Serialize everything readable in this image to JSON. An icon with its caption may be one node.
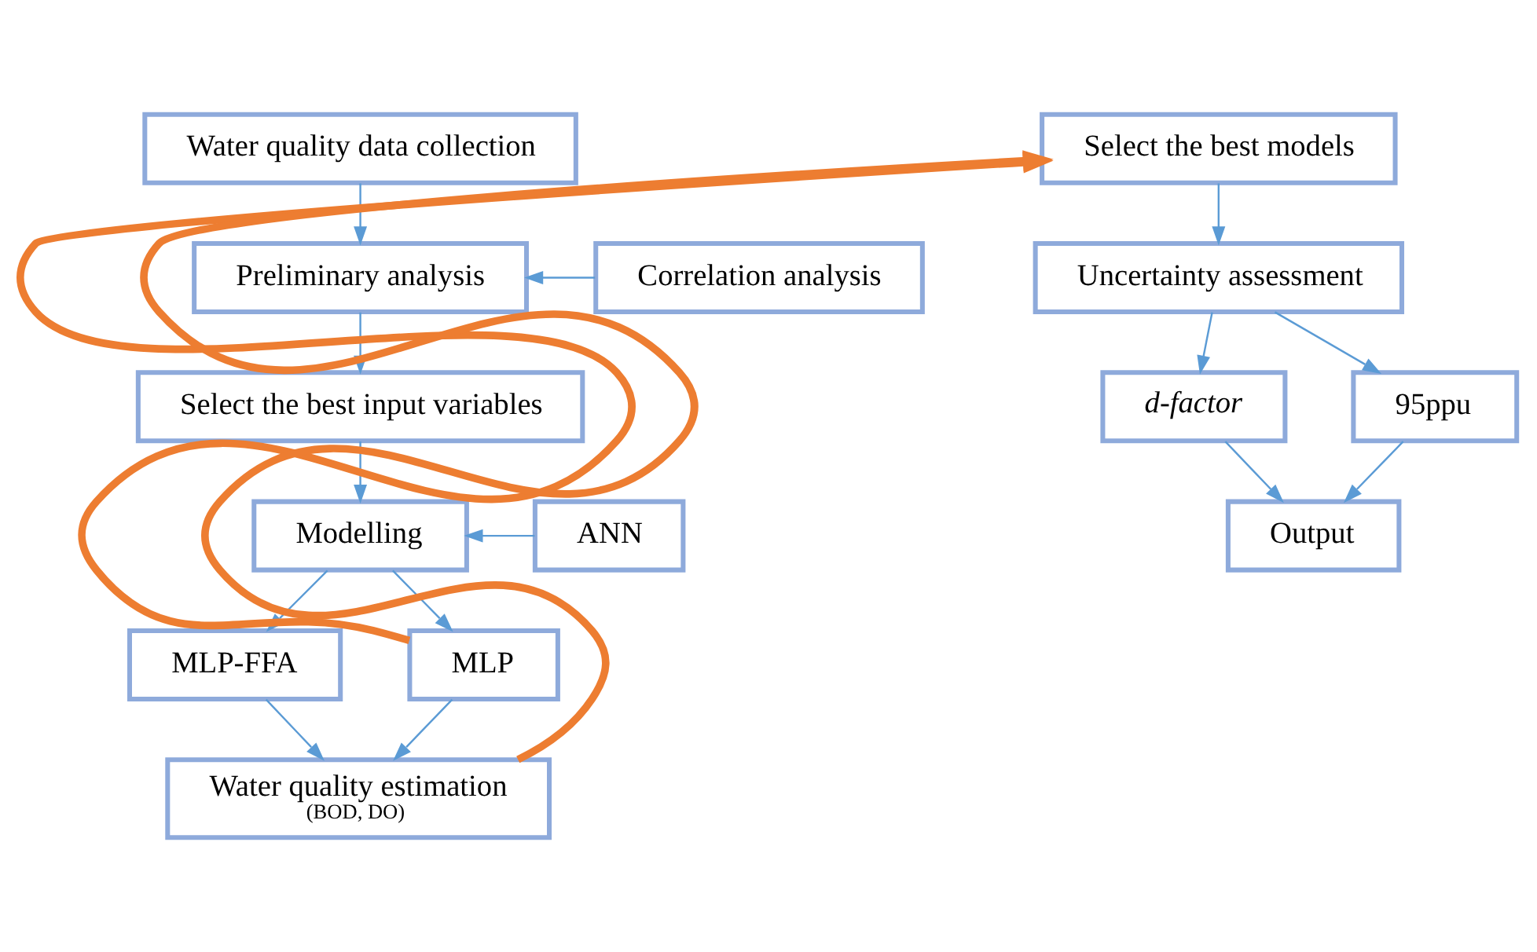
{
  "diagram": {
    "nodes": [
      {
        "text": [
          "Water quality data collection"
        ]
      },
      {
        "text": [
          "Preliminary analysis"
        ]
      },
      {
        "text": [
          "Correlation analysis"
        ]
      },
      {
        "text": [
          "Select the best input variables"
        ]
      },
      {
        "text": [
          "Modelling"
        ]
      },
      {
        "text": [
          "ANN"
        ]
      },
      {
        "text": [
          "MLP"
        ]
      },
      {
        "text": [
          "MLP-FFA"
        ]
      },
      {
        "text": [
          "Water quality estimation",
          "(BOD, DO)"
        ]
      },
      {
        "text": [
          "Select the best models"
        ]
      },
      {
        "text": [
          "Uncertainty assessment"
        ]
      },
      {
        "text": [
          "95ppu"
        ]
      },
      {
        "text": [
          "d-factor"
        ]
      },
      {
        "text": [
          "Output"
        ]
      }
    ],
    "edges": [
      {
        "from": 0,
        "to": 1,
        "arrow": "to"
      },
      {
        "from": 2,
        "to": 1,
        "arrow": "to"
      },
      {
        "from": 1,
        "to": 3,
        "arrow": "to"
      },
      {
        "from": 3,
        "to": 4,
        "arrow": "to"
      },
      {
        "from": 5,
        "to": 4,
        "arrow": "to"
      },
      {
        "from": 4,
        "to": 6,
        "arrow": "to"
      },
      {
        "from": 4,
        "to": 7,
        "arrow": "to"
      },
      {
        "from": 6,
        "to": 8,
        "arrow": "to"
      },
      {
        "from": 7,
        "to": 8,
        "arrow": "to"
      },
      {
        "from": 8,
        "to": 9,
        "arrow": "to",
        "style": "thick",
        "color": "#ed7d31"
      },
      {
        "from": 6,
        "to": 9,
        "arrow": "to",
        "style": "thick",
        "color": "#ed7d31"
      },
      {
        "from": 9,
        "to": 10,
        "arrow": "to"
      },
      {
        "from": 10,
        "to": 11,
        "arrow": "to"
      },
      {
        "from": 10,
        "to": 12,
        "arrow": "to"
      },
      {
        "from": 11,
        "to": 13,
        "arrow": "to"
      },
      {
        "from": 12,
        "to": 13,
        "arrow": "to"
      }
    ]
  }
}
